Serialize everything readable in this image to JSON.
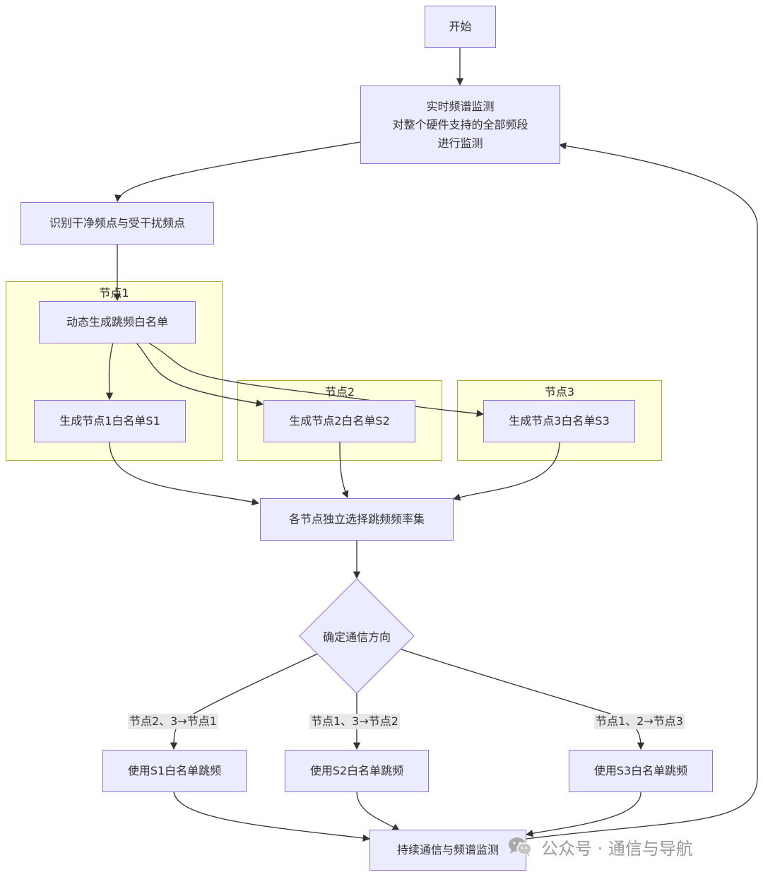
{
  "nodes": {
    "start": "开始",
    "monitor": [
      "实时频谱监测",
      "对整个硬件支持的全部频段",
      "进行监测"
    ],
    "identify": "识别干净频点与受干扰频点",
    "dynamic_whitelist": "动态生成跳频白名单",
    "gen_s1": "生成节点1白名单S1",
    "gen_s2": "生成节点2白名单S2",
    "gen_s3": "生成节点3白名单S3",
    "select": "各节点独立选择跳频频率集",
    "decision": "确定通信方向",
    "use_s1": "使用S1白名单跳频",
    "use_s2": "使用S2白名单跳频",
    "use_s3": "使用S3白名单跳频",
    "continue": "持续通信与频谱监测"
  },
  "clusters": {
    "node1": "节点1",
    "node2": "节点2",
    "node3": "节点3"
  },
  "edge_labels": {
    "to_node1": "节点2、3→节点1",
    "to_node2": "节点1、3→节点2",
    "to_node3": "节点1、2→节点3"
  },
  "watermark": {
    "text": "公众号 · 通信与导航",
    "icon": "wechat-icon"
  },
  "colors": {
    "node_fill": "#ececff",
    "node_border": "#9370db",
    "cluster_fill": "#ffffde",
    "cluster_border": "#aaaa33",
    "edge": "#333333",
    "edge_label_bg": "#e8e8e8"
  }
}
